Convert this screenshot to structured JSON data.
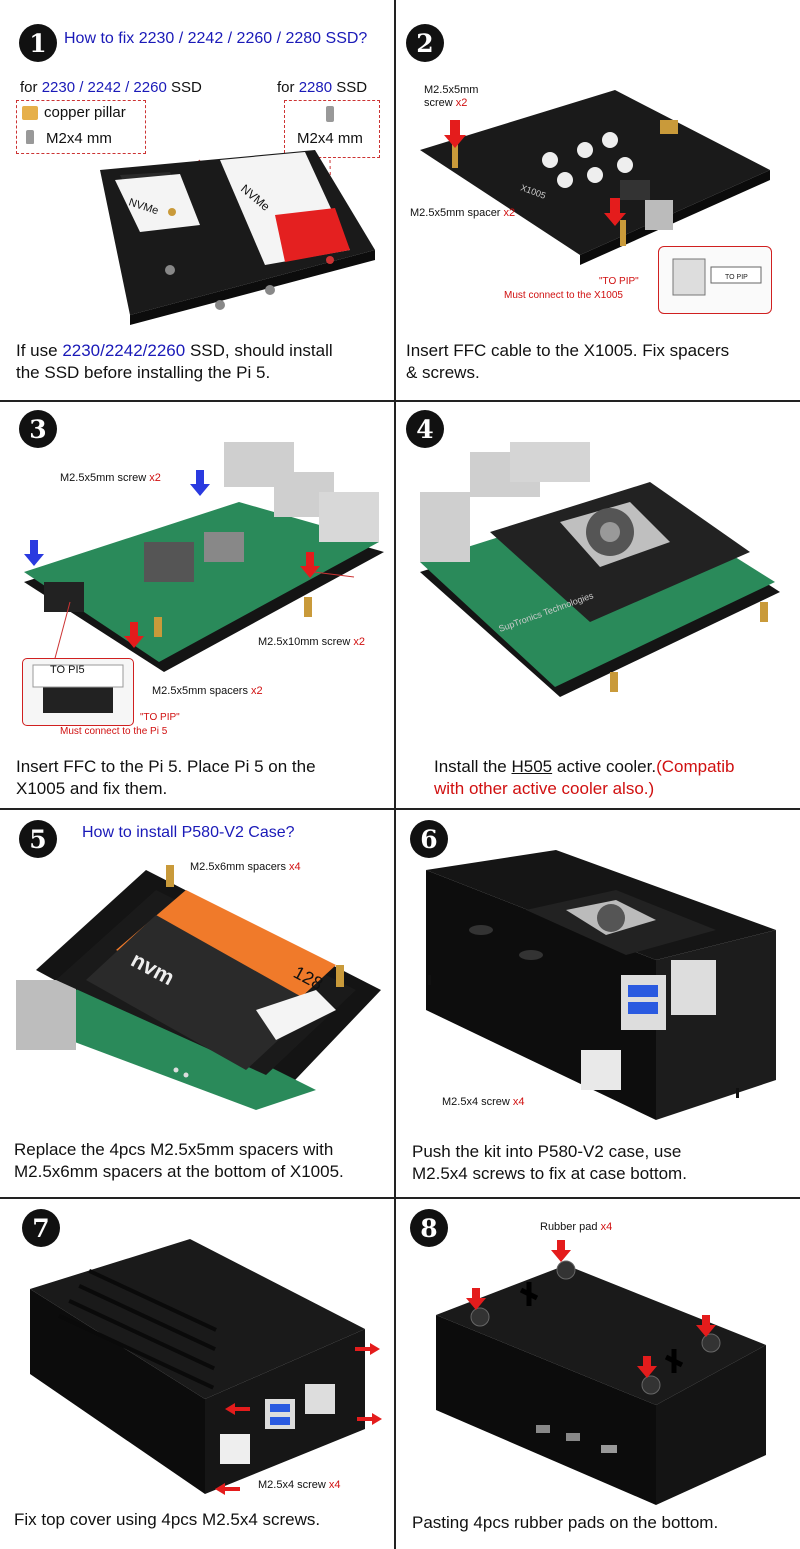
{
  "steps": [
    {
      "number": "1",
      "title": "How to fix 2230 / 2242 / 2260 / 2280 SSD?",
      "sub_left_prefix": "for ",
      "sub_left_sizes": "2230 / 2242 / 2260",
      "sub_left_suffix": " SSD",
      "sub_right_prefix": "for ",
      "sub_right_size": "2280",
      "sub_right_suffix": " SSD",
      "copper_pillar": "copper pillar",
      "screw_left": "M2x4 mm",
      "screw_right": "M2x4 mm",
      "nvme_label": "NVMe",
      "caption_line1_prefix": "If use ",
      "caption_line1_sizes": "2230/2242/2260",
      "caption_line1_suffix": " SSD, should install",
      "caption_line2": "the SSD before installing the Pi 5."
    },
    {
      "number": "2",
      "screw_label": "M2.5x5mm",
      "screw_label2": "screw",
      "screw_qty": "x2",
      "spacer_label": "M2.5x5mm spacer",
      "spacer_qty": "x2",
      "to_pip": "\"TO PIP\"",
      "must_connect": "Must connect to the X1005",
      "caption_line1": "Insert FFC cable to the X1005. Fix spacers",
      "caption_line2": "& screws."
    },
    {
      "number": "3",
      "screw_label": "M2.5x5mm screw",
      "screw_qty": "x2",
      "screw10_label": "M2.5x10mm screw",
      "screw10_qty": "x2",
      "spacers_label": "M2.5x5mm spacers",
      "spacers_qty": "x2",
      "to_pi5": "TO PI5",
      "to_pip": "\"TO PIP\"",
      "must_connect": "Must connect to the Pi 5",
      "caption_line1": "Insert FFC to the Pi 5. Place Pi 5 on the",
      "caption_line2": "X1005 and fix them."
    },
    {
      "number": "4",
      "caption_line1_prefix": "Install the ",
      "caption_line1_model": "H505",
      "caption_line1_mid": " active cooler.",
      "caption_line1_red": "(Compatib",
      "caption_line2_red": "with other active cooler also.)"
    },
    {
      "number": "5",
      "title": "How to install P580-V2 Case?",
      "spacers_label": "M2.5x6mm spacers",
      "spacers_qty": "x4",
      "ssd_brand": "nvm",
      "ssd_capacity": "128",
      "caption_line1": "Replace the 4pcs M2.5x5mm spacers with",
      "caption_line2": "M2.5x6mm spacers at the bottom of X1005."
    },
    {
      "number": "6",
      "screw_label": "M2.5x4 screw",
      "screw_qty": "x4",
      "caption_line1": "Push the kit into P580-V2 case, use",
      "caption_line2": "M2.5x4 screws to fix at case bottom."
    },
    {
      "number": "7",
      "screw_label": "M2.5x4 screw",
      "screw_qty": "x4",
      "caption_line1": "Fix top cover using 4pcs M2.5x4 screws."
    },
    {
      "number": "8",
      "pad_label": "Rubber pad",
      "pad_qty": "x4",
      "caption_line1": "Pasting 4pcs rubber pads on the bottom."
    }
  ],
  "colors": {
    "accent_blue": "#1a1ab8",
    "accent_red": "#d01010",
    "board": "#1c1c1c",
    "case": "#121212"
  }
}
